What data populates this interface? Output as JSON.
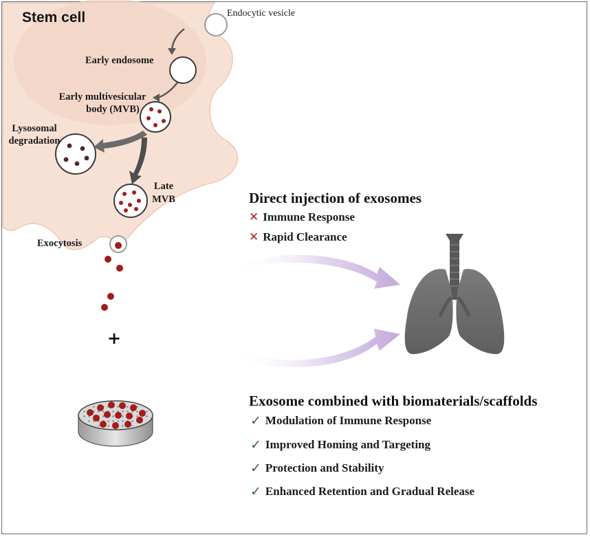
{
  "cell": {
    "title": "Stem cell",
    "labels": {
      "endocytic_vesicle": "Endocytic vesicle",
      "early_endosome": "Early endosome",
      "early_mvb_line1": "Early multivesicular",
      "early_mvb_line2": "body (MVB)",
      "lysosomal_line1": "Lysosomal",
      "lysosomal_line2": "degradation",
      "late_mvb_line1": "Late",
      "late_mvb_line2": "MVB",
      "exocytosis": "Exocytosis"
    },
    "plus_sign": "+"
  },
  "direct_injection": {
    "heading": "Direct injection of exosomes",
    "items": [
      "Immune Response",
      "Rapid Clearance"
    ],
    "mark_glyph": "✕",
    "mark_color": "#b0212b"
  },
  "combined": {
    "heading": "Exosome combined with biomaterials/scaffolds",
    "items": [
      "Modulation of Immune Response",
      "Improved Homing and Targeting",
      "Protection and Stability",
      "Enhanced Retention and Gradual Release"
    ],
    "mark_glyph": "✓",
    "mark_color": "#2d6a2e"
  },
  "colors": {
    "cell_fill": "#f7e1d5",
    "nucleus_fill": "#f1d4c6",
    "exosome_red": "#a31b1b",
    "lysosome_dot": "#4a2a2a",
    "arrow_purple": "#c9b3dd",
    "lung_gray": "#6e6e6e"
  },
  "icons": {
    "lungs": "lungs-icon",
    "scaffold": "scaffold-dish-icon"
  }
}
